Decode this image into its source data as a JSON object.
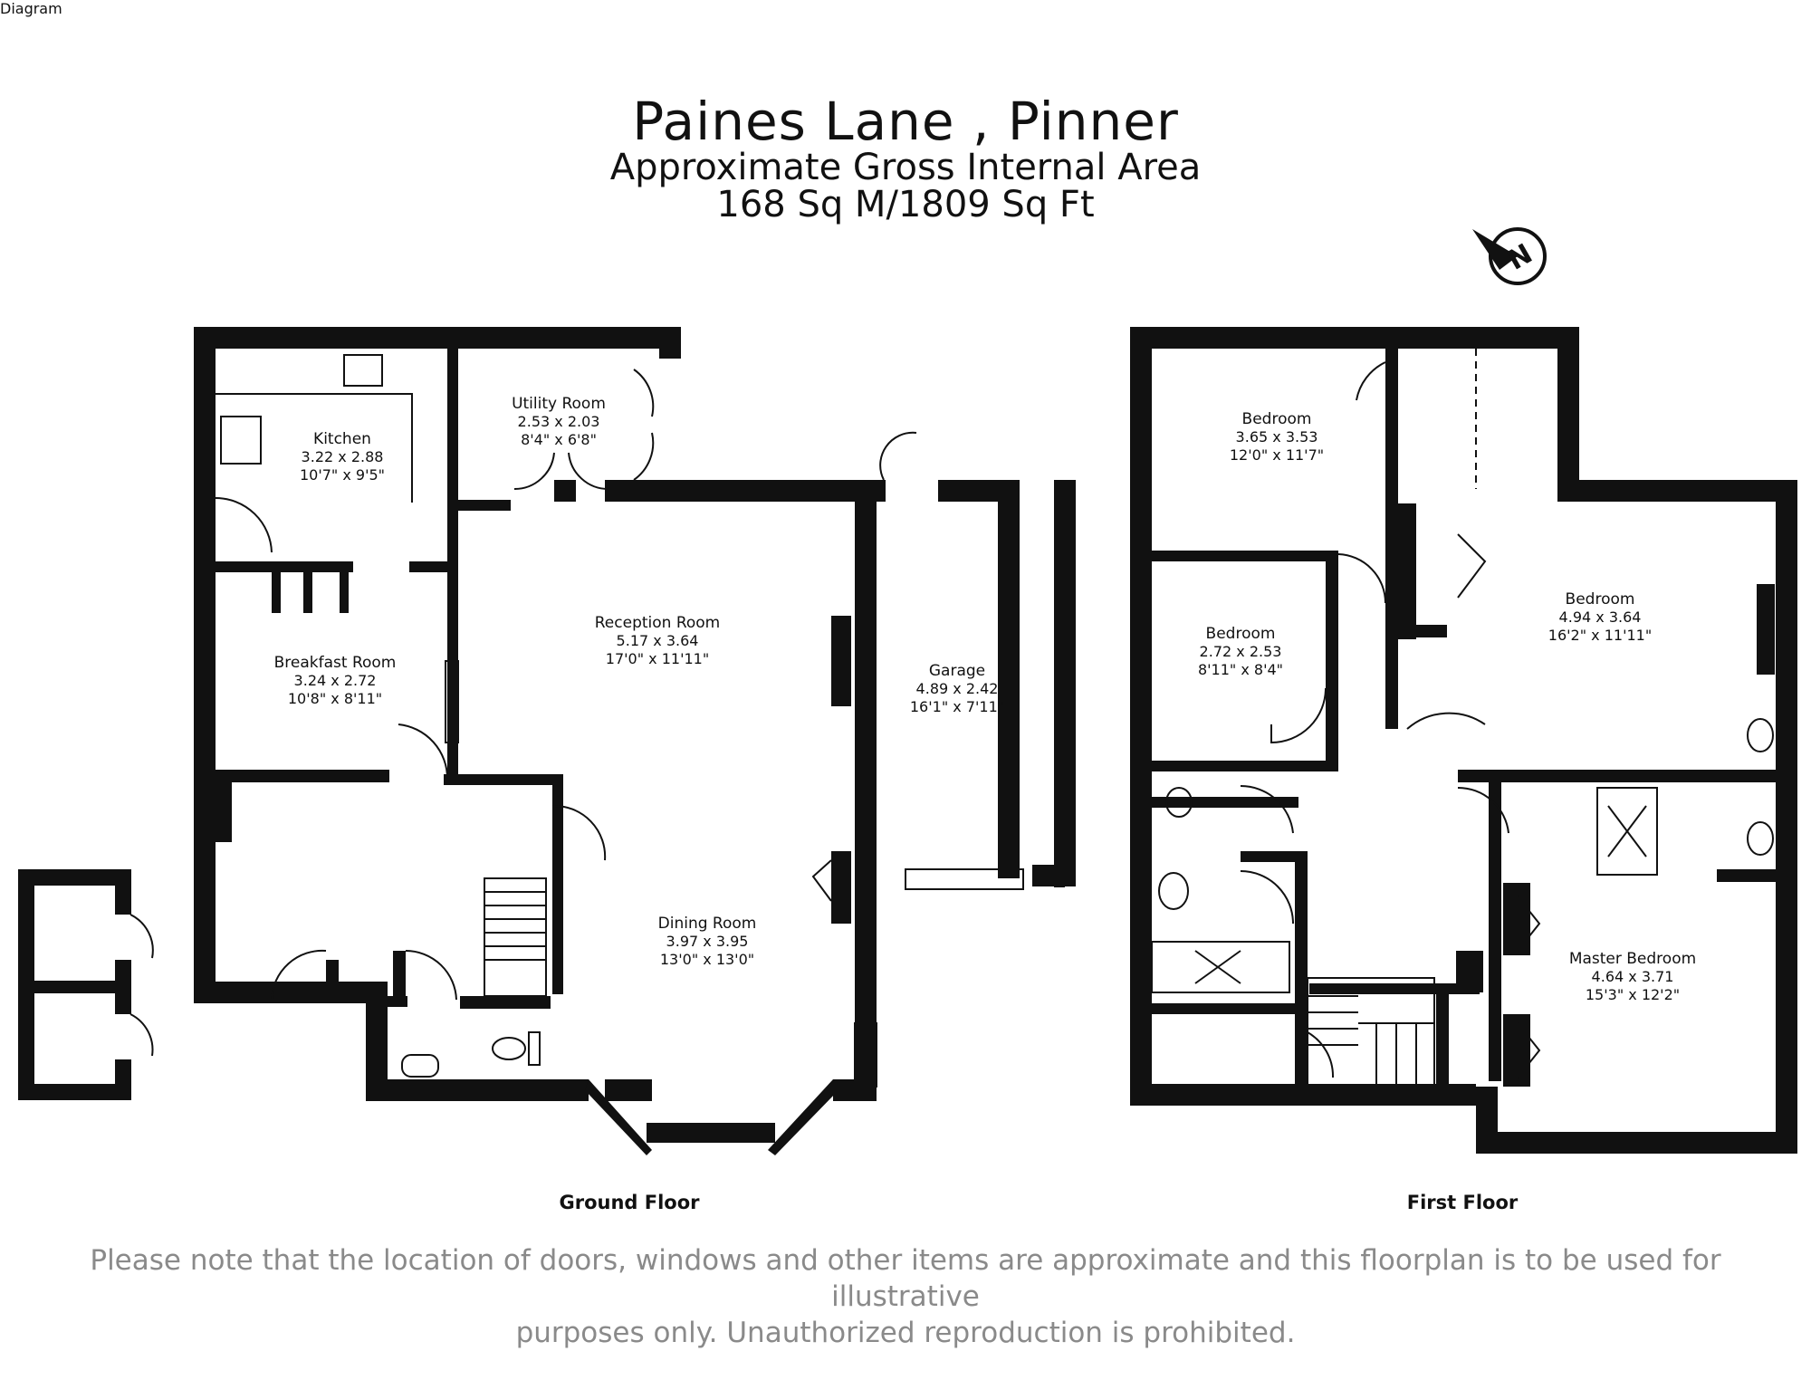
{
  "header": {
    "title": "Paines Lane , Pinner",
    "subtitle": "Approximate Gross Internal Area",
    "area": "168 Sq M/1809 Sq Ft"
  },
  "compass": {
    "icon": "north-compass-icon",
    "letter": "N"
  },
  "ground_floor": {
    "label": "Ground Floor",
    "rooms": [
      {
        "name": "Kitchen",
        "metric": "3.22 x 2.88",
        "imperial": "10'7\" x 9'5\""
      },
      {
        "name": "Utility Room",
        "metric": "2.53 x 2.03",
        "imperial": "8'4\" x 6'8\""
      },
      {
        "name": "Breakfast Room",
        "metric": "3.24 x 2.72",
        "imperial": "10'8\" x 8'11\""
      },
      {
        "name": "Reception Room",
        "metric": "5.17 x 3.64",
        "imperial": "17'0\" x 11'11\""
      },
      {
        "name": "Garage",
        "metric": "4.89 x 2.42",
        "imperial": "16'1\" x 7'11\""
      },
      {
        "name": "Dining Room",
        "metric": "3.97 x 3.95",
        "imperial": "13'0\" x 13'0\""
      }
    ]
  },
  "first_floor": {
    "label": "First Floor",
    "rooms": [
      {
        "name": "Bedroom",
        "metric": "3.65 x 3.53",
        "imperial": "12'0\" x 11'7\""
      },
      {
        "name": "Bedroom",
        "metric": "2.72 x 2.53",
        "imperial": "8'11\" x 8'4\""
      },
      {
        "name": "Bedroom",
        "metric": "4.94 x 3.64",
        "imperial": "16'2\" x 11'11\""
      },
      {
        "name": "Master Bedroom",
        "metric": "4.64 x 3.71",
        "imperial": "15'3\" x 12'2\""
      }
    ]
  },
  "disclaimer": {
    "line1": "Please note that the location of doors, windows and other items are approximate and this floorplan is to be used for illustrative",
    "line2": "purposes only. Unauthorized reproduction is prohibited."
  }
}
